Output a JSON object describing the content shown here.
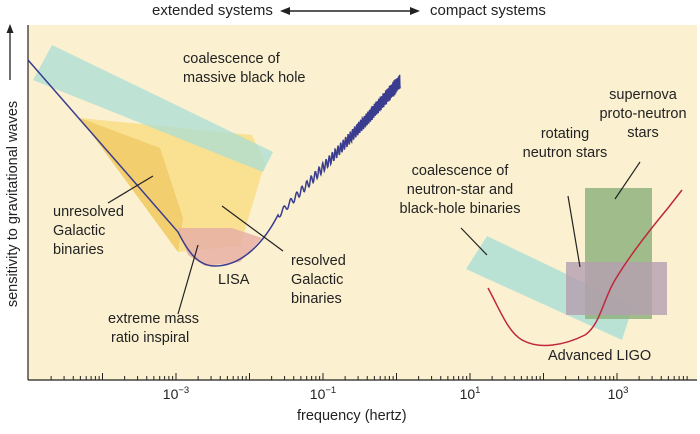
{
  "header": {
    "left": "extended systems",
    "right": "compact systems"
  },
  "axes": {
    "xlabel": "frequency (hertz)",
    "ylabel": "sensitivity to gravitational waves",
    "ticks": [
      {
        "base": "10",
        "exp": "−3"
      },
      {
        "base": "10",
        "exp": "−1"
      },
      {
        "base": "10",
        "exp": "1"
      },
      {
        "base": "10",
        "exp": "3"
      }
    ]
  },
  "labels": {
    "massive_bh_1": "coalescence of",
    "massive_bh_2": "massive black hole",
    "unresolved_1": "unresolved",
    "unresolved_2": "Galactic",
    "unresolved_3": "binaries",
    "lisa": "LISA",
    "resolved_1": "resolved",
    "resolved_2": "Galactic",
    "resolved_3": "binaries",
    "emri_1": "extreme mass",
    "emri_2": "ratio inspiral",
    "ns_bh_1": "coalescence of",
    "ns_bh_2": "neutron-star and",
    "ns_bh_3": "black-hole binaries",
    "rotating_1": "rotating",
    "rotating_2": "neutron stars",
    "supernova_1": "supernova",
    "supernova_2": "proto-neutron",
    "supernova_3": "stars",
    "ligo": "Advanced LIGO"
  },
  "colors": {
    "background": "#fbf1d1",
    "teal": "#a9ded6",
    "yellow": "#f8de86",
    "pink": "#e8b0a4",
    "green": "#8fb37e",
    "mauve": "#b59fb0",
    "lisa_curve": "#3a3d8f",
    "ligo_curve": "#c0283a"
  }
}
